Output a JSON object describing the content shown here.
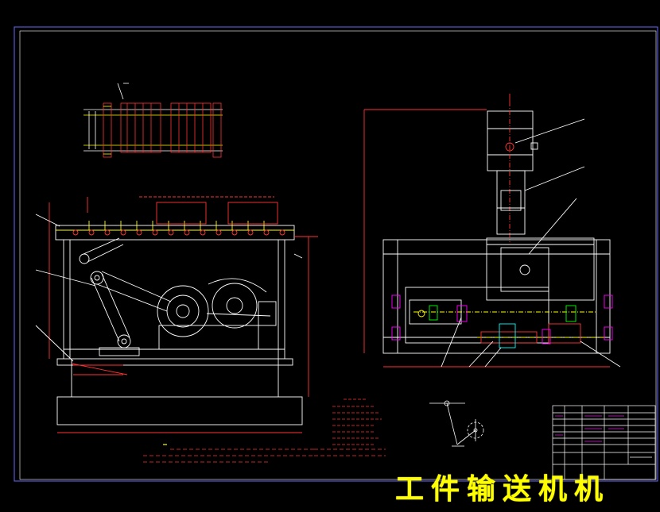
{
  "drawing": {
    "caption": "工件输送机机",
    "colors": {
      "background": "#000000",
      "border": "#6666ff",
      "outline": "#ffffff",
      "dims": "#ff3333",
      "yellow": "#ffff00",
      "magenta": "#ff00ff",
      "green": "#00ff00",
      "cyan": "#00ffff"
    },
    "views": [
      "front-view",
      "side-view",
      "top-view",
      "mechanism-sketch"
    ],
    "blocks": [
      "notes",
      "tech-spec",
      "title-block"
    ]
  }
}
